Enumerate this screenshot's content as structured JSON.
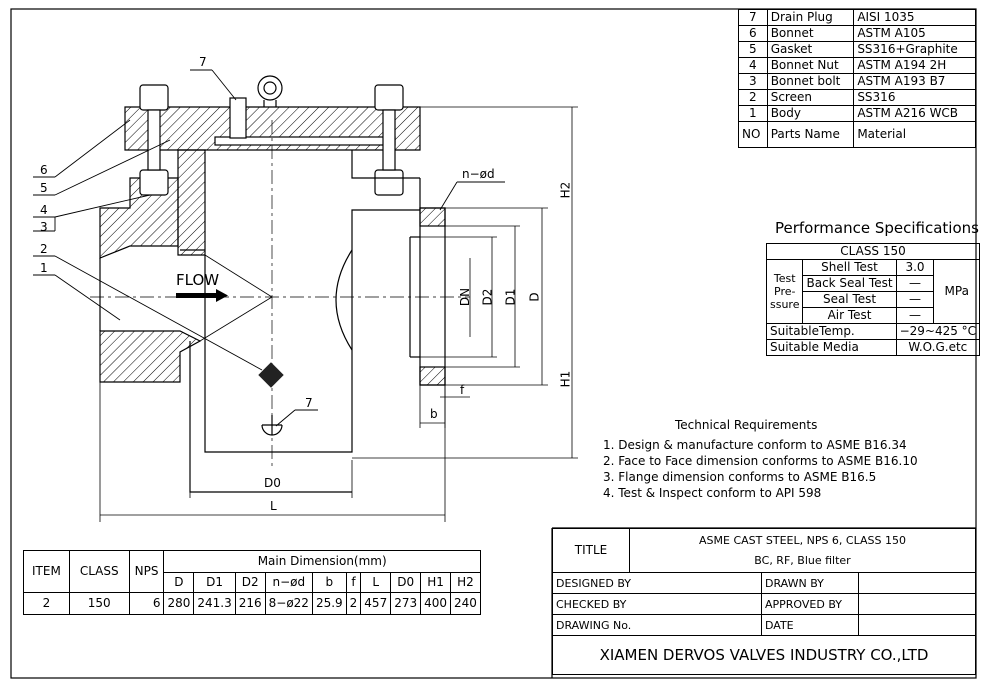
{
  "parts_table": {
    "header": {
      "no": "NO",
      "name": "Parts Name",
      "material": "Material"
    },
    "rows": [
      {
        "no": "7",
        "name": "Drain Plug",
        "material": "AISI 1035"
      },
      {
        "no": "6",
        "name": "Bonnet",
        "material": "ASTM A105"
      },
      {
        "no": "5",
        "name": "Gasket",
        "material": "SS316+Graphite"
      },
      {
        "no": "4",
        "name": "Bonnet Nut",
        "material": "ASTM A194 2H"
      },
      {
        "no": "3",
        "name": "Bonnet bolt",
        "material": "ASTM A193 B7"
      },
      {
        "no": "2",
        "name": "Screen",
        "material": "SS316"
      },
      {
        "no": "1",
        "name": "Body",
        "material": "ASTM A216 WCB"
      }
    ]
  },
  "performance": {
    "title": "Performance Specifications",
    "class": "CLASS 150",
    "test_pressure_label": "Test Pre- ssure",
    "tests": [
      {
        "name": "Shell Test",
        "value": "3.0"
      },
      {
        "name": "Back Seal Test",
        "value": "—"
      },
      {
        "name": "Seal Test",
        "value": "—"
      },
      {
        "name": "Air Test",
        "value": "—"
      }
    ],
    "unit": "MPa",
    "suitable_temp_label": "SuitableTemp.",
    "suitable_temp_value": "−29~425 °C",
    "suitable_media_label": "Suitable Media",
    "suitable_media_value": "W.O.G.etc"
  },
  "technical_requirements": {
    "title": "Technical Requirements",
    "items": [
      "1. Design & manufacture conform to ASME B16.34",
      "2. Face to Face dimension conforms to ASME B16.10",
      "3. Flange dimension conforms to ASME B16.5",
      "4. Test & Inspect conform to API 598"
    ]
  },
  "dimension_table": {
    "headers": {
      "item": "ITEM",
      "class": "CLASS",
      "nps": "NPS",
      "main": "Main Dimension(mm)"
    },
    "dim_headers": [
      "D",
      "D1",
      "D2",
      "n−ød",
      "b",
      "f",
      "L",
      "D0",
      "H1",
      "H2"
    ],
    "row": {
      "item": "2",
      "class": "150",
      "nps": "6",
      "dims": [
        "280",
        "241.3",
        "216",
        "8−ø22",
        "25.9",
        "2",
        "457",
        "273",
        "400",
        "240"
      ]
    }
  },
  "title_block": {
    "title_label": "TITLE",
    "title_line1": "ASME CAST STEEL, NPS 6, CLASS 150",
    "title_line2": "BC, RF, Blue filter",
    "designed_by": "DESIGNED BY",
    "drawn_by": "DRAWN BY",
    "checked_by": "CHECKED  BY",
    "approved_by": "APPROVED BY",
    "drawing_no": "DRAWING No.",
    "date": "DATE",
    "company": "XIAMEN DERVOS VALVES INDUSTRY CO.,LTD"
  },
  "drawing_labels": {
    "flow": "FLOW",
    "callouts": [
      "6",
      "5",
      "4",
      "3",
      "2",
      "1"
    ],
    "callout_top": "7",
    "callout_drain": "7",
    "n_d": "n−ød",
    "dn": "DN",
    "d2": "D2",
    "d1": "D1",
    "d": "D",
    "h1": "H1",
    "h2": "H2",
    "f": "f",
    "b": "b",
    "d0": "D0",
    "l": "L"
  }
}
